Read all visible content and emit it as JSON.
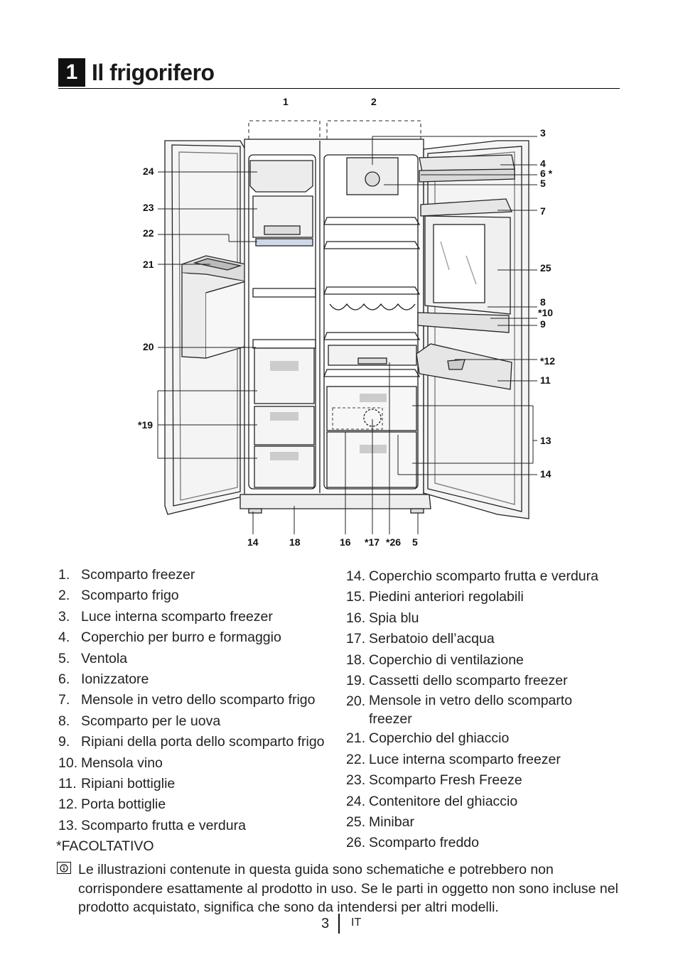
{
  "section": {
    "number": "1",
    "title": "Il frigorifero"
  },
  "diagram": {
    "callouts": {
      "c1": "1",
      "c2": "2",
      "c3": "3",
      "c4": "4",
      "c6": "6 *",
      "c5": "5",
      "c7": "7",
      "c25": "25",
      "c8": "8",
      "c10": "*10",
      "c9": "9",
      "c12": "*12",
      "c11": "11",
      "c13": "13",
      "c14r": "14",
      "c24": "24",
      "c23": "23",
      "c22": "22",
      "c21": "21",
      "c20": "20",
      "c19": "*19",
      "b14": "14",
      "b18": "18",
      "b16": "16",
      "b17": "*17",
      "b26": "*26",
      "b5": "5"
    }
  },
  "legend_left": [
    {
      "num": "1.",
      "text": "Scomparto freezer"
    },
    {
      "num": "2.",
      "text": "Scomparto frigo"
    },
    {
      "num": "3.",
      "text": "Luce interna scomparto freezer"
    },
    {
      "num": "4.",
      "text": "Coperchio per burro e formaggio"
    },
    {
      "num": "5.",
      "text": "Ventola"
    },
    {
      "num": "6.",
      "text": "Ionizzatore"
    },
    {
      "num": "7.",
      "text": "Mensole in vetro dello scomparto frigo"
    },
    {
      "num": "8.",
      "text": "Scomparto per le uova"
    },
    {
      "num": "9.",
      "text": "Ripiani della porta dello scomparto frigo"
    },
    {
      "num": "10.",
      "text": "Mensola vino"
    },
    {
      "num": "11.",
      "text": "Ripiani bottiglie"
    },
    {
      "num": "12.",
      "text": "Porta bottiglie"
    },
    {
      "num": "13.",
      "text": "Scomparto frutta e verdura"
    }
  ],
  "legend_right": [
    {
      "num": "14.",
      "text": "Coperchio scomparto frutta e verdura"
    },
    {
      "num": "15.",
      "text": "Piedini anteriori regolabili"
    },
    {
      "num": "16.",
      "text": "Spia blu"
    },
    {
      "num": "17.",
      "text": "Serbatoio dell’acqua"
    },
    {
      "num": "18.",
      "text": "Coperchio di ventilazione"
    },
    {
      "num": "19.",
      "text": "Cassetti dello scomparto freezer"
    },
    {
      "num": "20.",
      "text": "Mensole in vetro dello scomparto freezer"
    },
    {
      "num": "21.",
      "text": "Coperchio del ghiaccio"
    },
    {
      "num": "22.",
      "text": "Luce interna scomparto freezer"
    },
    {
      "num": "23.",
      "text": "Scomparto Fresh Freeze"
    },
    {
      "num": "24.",
      "text": "Contenitore del ghiaccio"
    },
    {
      "num": "25.",
      "text": "Minibar"
    },
    {
      "num": "26.",
      "text": "Scomparto freddo"
    }
  ],
  "optional_note": "*FACOLTATIVO",
  "info_note": "Le illustrazioni contenute in questa guida sono schematiche e potrebbero non corrispondere esattamente al prodotto in uso. Se le parti in oggetto non sono incluse nel prodotto acquistato, significa che sono da intendersi per altri modelli.",
  "footer": {
    "page": "3",
    "lang": "IT"
  }
}
